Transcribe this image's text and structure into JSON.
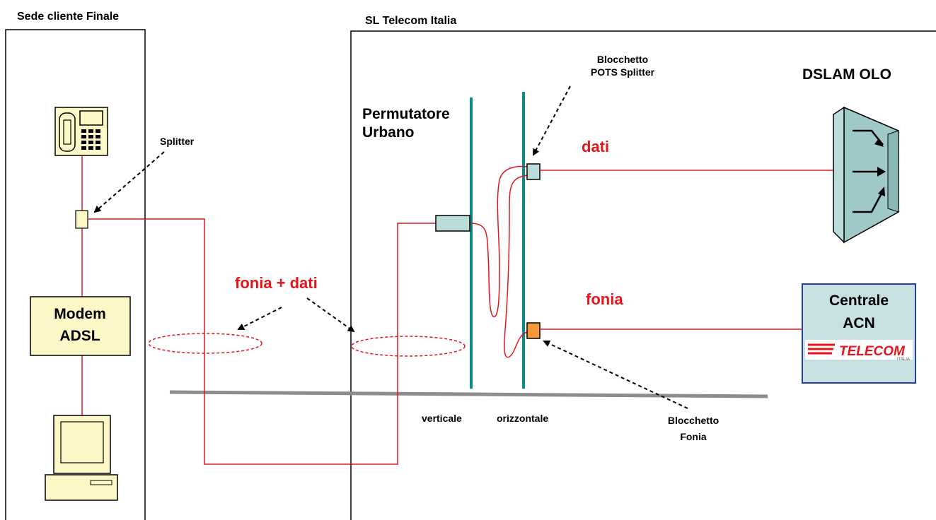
{
  "areas": {
    "customer_site": "Sede cliente Finale",
    "telecom_site": "SL Telecom Italia"
  },
  "labels": {
    "splitter": "Splitter",
    "pots_splitter_line1": "Blocchetto",
    "pots_splitter_line2": "POTS Splitter",
    "dslam": "DSLAM OLO",
    "mdf_line1": "Permutatore",
    "mdf_line2": "Urbano",
    "dati": "dati",
    "fonia": "fonia",
    "fonia_dati": "fonia + dati",
    "verticale": "verticale",
    "orizzontale": "orizzontale",
    "fonia_block_line1": "Blocchetto",
    "fonia_block_line2": "Fonia"
  },
  "modem": {
    "line1": "Modem",
    "line2": "ADSL"
  },
  "switch": {
    "line1": "Centrale",
    "line2": "ACN",
    "logo_text": "TELECOM",
    "logo_sub": "ITALIA"
  },
  "colors": {
    "signal_line": "#e8141b",
    "mdf_bar": "#0f8a8a",
    "block_fill": "#bcdcdc",
    "fonia_block_fill": "#f59a3a",
    "modem_fill": "#fbf7c6",
    "switch_fill": "#c8e0e2",
    "switch_border": "#2a3fa8",
    "ground": "#8c8c8c"
  },
  "icons": [
    "telephone-icon",
    "computer-icon",
    "dslam-icon",
    "telecom-logo-icon"
  ]
}
